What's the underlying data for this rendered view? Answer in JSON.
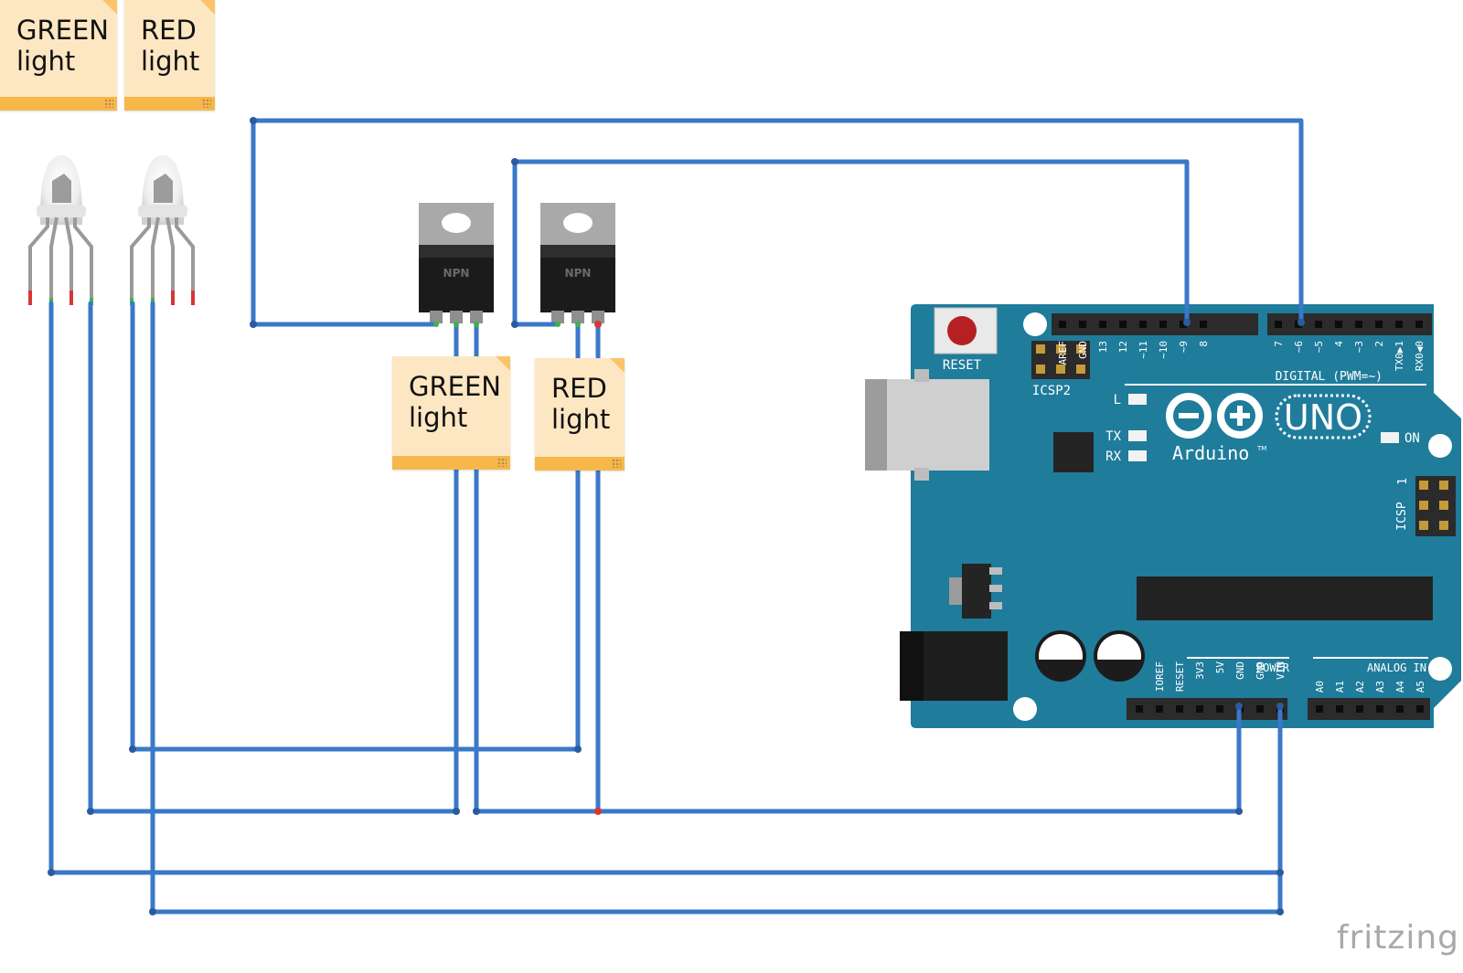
{
  "notes": {
    "top_green": "GREEN\nlight",
    "top_red": "RED\nlight",
    "mid_green": "GREEN\nlight",
    "mid_red": "RED\nlight"
  },
  "transistors": {
    "t1_label": "NPN",
    "t2_label": "NPN"
  },
  "arduino": {
    "reset_label": "RESET",
    "icsp2_label": "ICSP2",
    "icsp_label": "ICSP",
    "icsp_pin1": "1",
    "l_label": "L",
    "tx_label": "TX",
    "rx_label": "RX",
    "on_label": "ON",
    "logo_name": "Arduino",
    "tm": "TM",
    "uno_label": "UNO",
    "digital_label": "DIGITAL (PWM=~)",
    "power_label": "POWER",
    "analog_label": "ANALOG IN",
    "digital_pins": [
      "AREF",
      "GND",
      "13",
      "12",
      "~11",
      "~10",
      "~9",
      "8",
      "7",
      "~6",
      "~5",
      "4",
      "~3",
      "2",
      "TX0▶1",
      "RX0◀0"
    ],
    "power_pins": [
      "IOREF",
      "RESET",
      "3V3",
      "5V",
      "GND",
      "GND",
      "VIN"
    ],
    "analog_pins": [
      "A0",
      "A1",
      "A2",
      "A3",
      "A4",
      "A5"
    ]
  },
  "brand": "fritzing",
  "colors": {
    "wire": "#3a78c9",
    "board": "#1f7c9b",
    "board_dark": "#0f5d75",
    "note_bg": "#fde7c2",
    "note_bar": "#f6b84b",
    "lead_green": "#3bb54a",
    "lead_red": "#d93636"
  }
}
